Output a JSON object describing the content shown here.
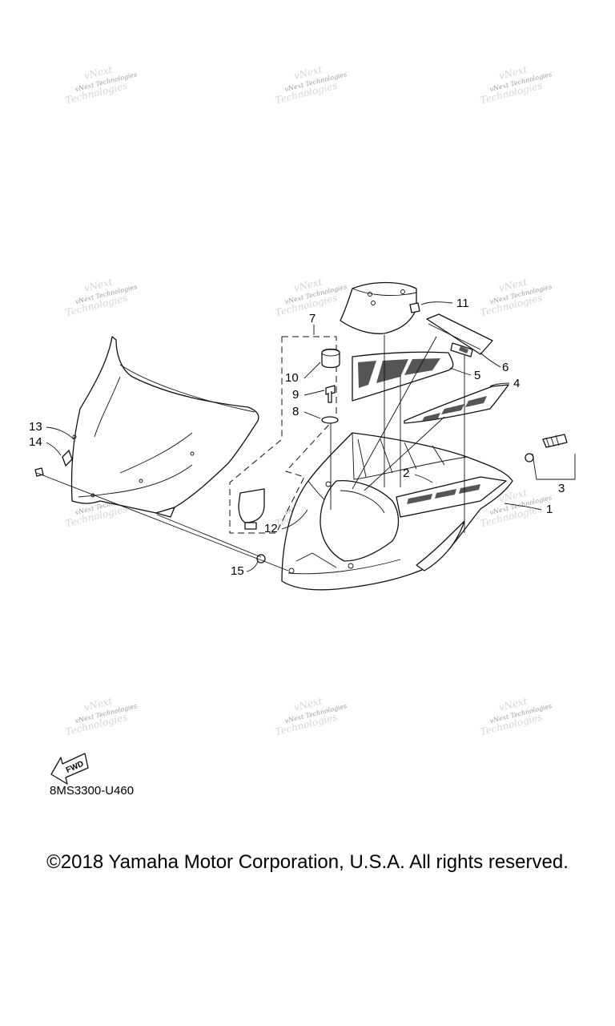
{
  "watermark": {
    "line1": "vNext",
    "line2": "vNext Technologies",
    "line3": "Technologies"
  },
  "callouts": {
    "c1": "1",
    "c2": "2",
    "c3": "3",
    "c4": "4",
    "c5": "5",
    "c6": "6",
    "c7": "7",
    "c8": "8",
    "c9": "9",
    "c10": "10",
    "c11": "11",
    "c12": "12",
    "c13": "13",
    "c14": "14",
    "c15": "15"
  },
  "fwd_label": "FWD",
  "diagram_code": "8MS3300-U460",
  "copyright": "©2018 Yamaha Motor Corporation, U.S.A. All rights reserved."
}
